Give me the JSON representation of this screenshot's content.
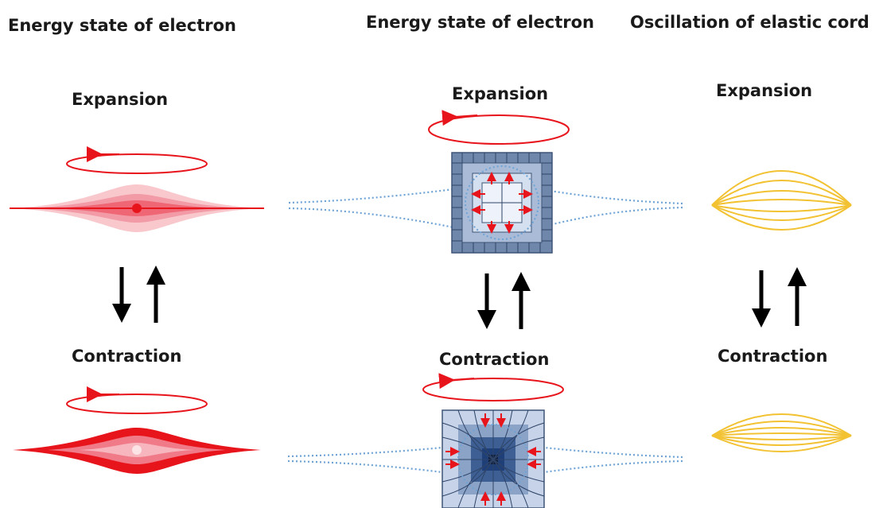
{
  "columns": [
    {
      "title": "Energy state of electron",
      "top_label": "Expansion",
      "bottom_label": "Contraction"
    },
    {
      "title": "Energy state of electron",
      "top_label": "Expansion",
      "bottom_label": "Contraction"
    },
    {
      "title": "Oscillation of elastic cord",
      "top_label": "Expansion",
      "bottom_label": "Contraction"
    }
  ],
  "colors": {
    "electron_red": "#e8141c",
    "electron_pink": "#f6b3b9",
    "grid_dark": "#4a6b96",
    "grid_light": "#cad8ee",
    "grid_core": "#1f3f78",
    "dotted_line": "#6fa3d6",
    "cord_yellow": "#f2c233",
    "arrow_black": "#000000"
  }
}
